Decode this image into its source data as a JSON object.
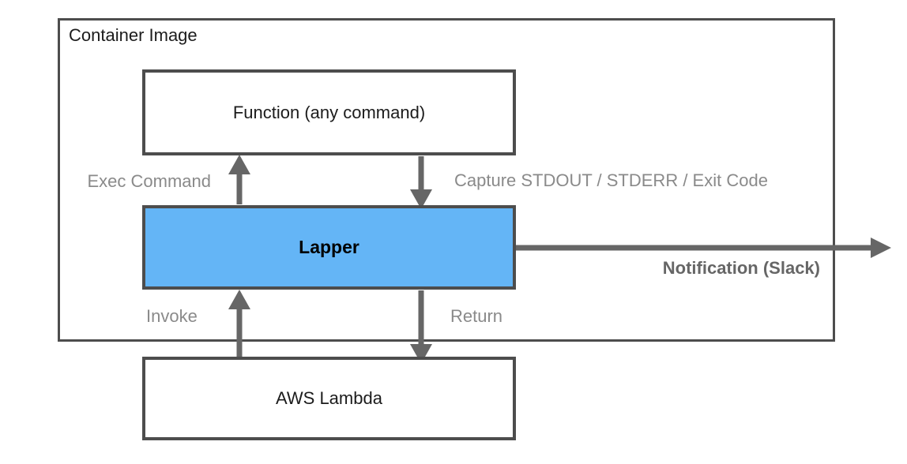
{
  "diagram": {
    "container": {
      "label": "Container Image"
    },
    "nodes": {
      "function": {
        "label": "Function (any command)"
      },
      "lapper": {
        "label": "Lapper"
      },
      "aws_lambda": {
        "label": "AWS Lambda"
      }
    },
    "edges": {
      "exec_command": {
        "label": "Exec Command",
        "direction": "up",
        "from": "lapper",
        "to": "function"
      },
      "capture": {
        "label": "Capture STDOUT / STDERR / Exit Code",
        "direction": "down",
        "from": "function",
        "to": "lapper"
      },
      "invoke": {
        "label": "Invoke",
        "direction": "up",
        "from": "aws_lambda",
        "to": "lapper"
      },
      "return": {
        "label": "Return",
        "direction": "down",
        "from": "lapper",
        "to": "aws_lambda"
      },
      "notification": {
        "label": "Notification (Slack)",
        "direction": "right",
        "from": "lapper",
        "to": "outside"
      }
    },
    "colors": {
      "box_border": "#4d4d4d",
      "lapper_fill": "#64b5f6",
      "arrow": "#666666",
      "edge_label_gray": "#8a8a8a",
      "notification_label_gray": "#666666",
      "text": "#1c1c1c",
      "background": "#ffffff"
    }
  }
}
